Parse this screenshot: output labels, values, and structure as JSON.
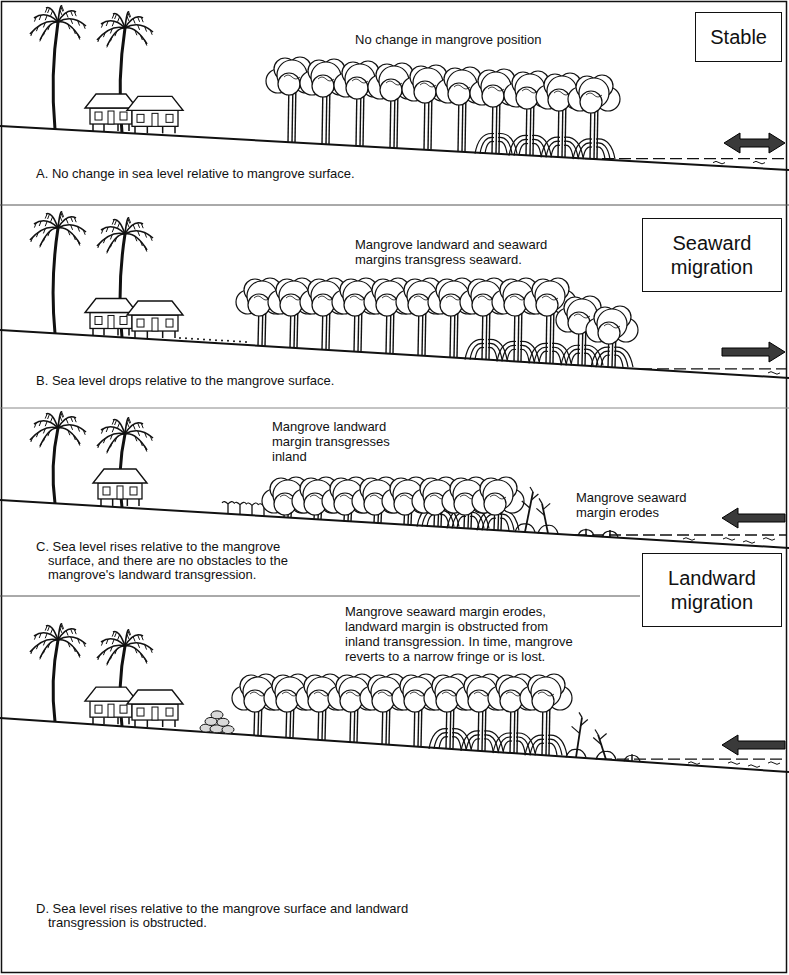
{
  "diagram": {
    "nodes": [
      {
        "text": [
          "Stable"
        ]
      },
      {
        "text": [
          "Seaward migration"
        ]
      },
      {
        "text": [
          "Landward migration"
        ]
      }
    ],
    "labels": [
      "No change in mangrove position",
      "A. No change in sea level relative to mangrove surface.",
      "Mangrove landward and seaward margins transgress seaward.",
      "B. Sea level drops relative to the mangrove surface.",
      "Mangrove landward margin transgresses inland",
      "Mangrove seaward margin erodes",
      "C. Sea level rises relative to the mangrove surface, and there are no obstacles to the mangrove's landward transgression.",
      "Mangrove seaward margin erodes, landward margin is obstructed from inland transgression. In time, mangrove reverts to a narrow fringe or is lost.",
      "D. Sea level rises relative to the mangrove surface and landward transgression is obstructed."
    ]
  }
}
